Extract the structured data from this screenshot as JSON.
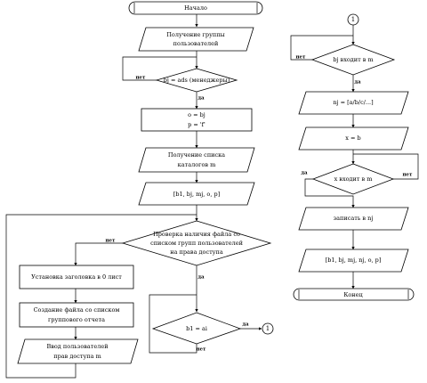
{
  "flowchart": {
    "start": "Начало",
    "get_group": "Получение группы",
    "get_group_2": "пользователей",
    "check_loop": "bj = ads (менеджеры)",
    "assign_1": "o = bj",
    "assign_2": "p = 'f'",
    "get_list": "Получение списка",
    "get_list_2": "каталогов m",
    "output_1": "[b1, bj, mj, o, p]",
    "check_file": "Проверка наличия файла со",
    "check_file_2": "списком групп пользователей",
    "check_file_3": "на права доступа",
    "set_header": "Установка заголовка в 0 лист",
    "create_file": "Создание файла со списком",
    "create_file_2": "группового отчета",
    "enter_users": "Ввод пользователей",
    "enter_users_2": "прав доступа m",
    "compare": "b1 = ai",
    "connector": "1",
    "loop_m": "bj входит в m",
    "nj": "nj = [a/b/c/...]",
    "x_assign": "x = b",
    "x_check": "x входит в m",
    "write": "записать в nj",
    "output_2": "[b1, bj, mj, nj, o, p]",
    "end": "Конец",
    "yes": "да",
    "no": "нет"
  }
}
